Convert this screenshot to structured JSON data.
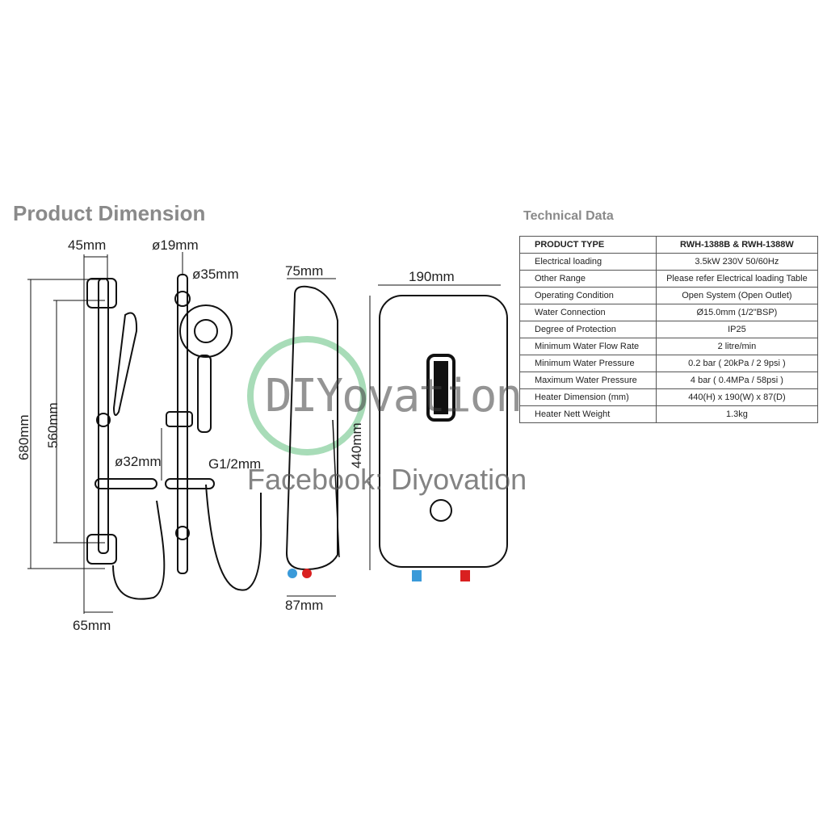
{
  "header": {
    "title": "Product Dimension",
    "technical_title": "Technical Data"
  },
  "dimensions": {
    "rail_width": "45mm",
    "rail_dia": "ø19mm",
    "head_dia": "ø35mm",
    "side_depth_top": "75mm",
    "heater_width": "190mm",
    "total_height": "680mm",
    "rail_height": "560mm",
    "holder_dia": "ø32mm",
    "hose_thread": "G1/2mm",
    "heater_height": "440mm",
    "side_depth_bottom": "87mm",
    "bracket_depth": "65mm"
  },
  "table": {
    "header": [
      "PRODUCT TYPE",
      "RWH-1388B & RWH-1388W"
    ],
    "rows": [
      [
        "Electrical loading",
        "3.5kW 230V 50/60Hz"
      ],
      [
        "Other Range",
        "Please refer Electrical loading Table"
      ],
      [
        "Operating Condition",
        "Open System (Open Outlet)"
      ],
      [
        "Water Connection",
        "Ø15.0mm (1/2\"BSP)"
      ],
      [
        "Degree of Protection",
        "IP25"
      ],
      [
        "Minimum Water Flow Rate",
        "2 litre/min"
      ],
      [
        "Minimum Water Pressure",
        "0.2 bar ( 20kPa / 2 9psi )"
      ],
      [
        "Maximum Water Pressure",
        "4 bar ( 0.4MPa / 58psi )"
      ],
      [
        "Heater Dimension (mm)",
        "440(H) x 190(W) x 87(D)"
      ],
      [
        "Heater Nett Weight",
        "1.3kg"
      ]
    ]
  },
  "watermark": {
    "logo": "DIYovation",
    "facebook": "Facebook: Diyovation"
  },
  "colors": {
    "cold": "#3a9ad9",
    "hot": "#d92020",
    "watermark_ring": "#a8dcb8"
  }
}
